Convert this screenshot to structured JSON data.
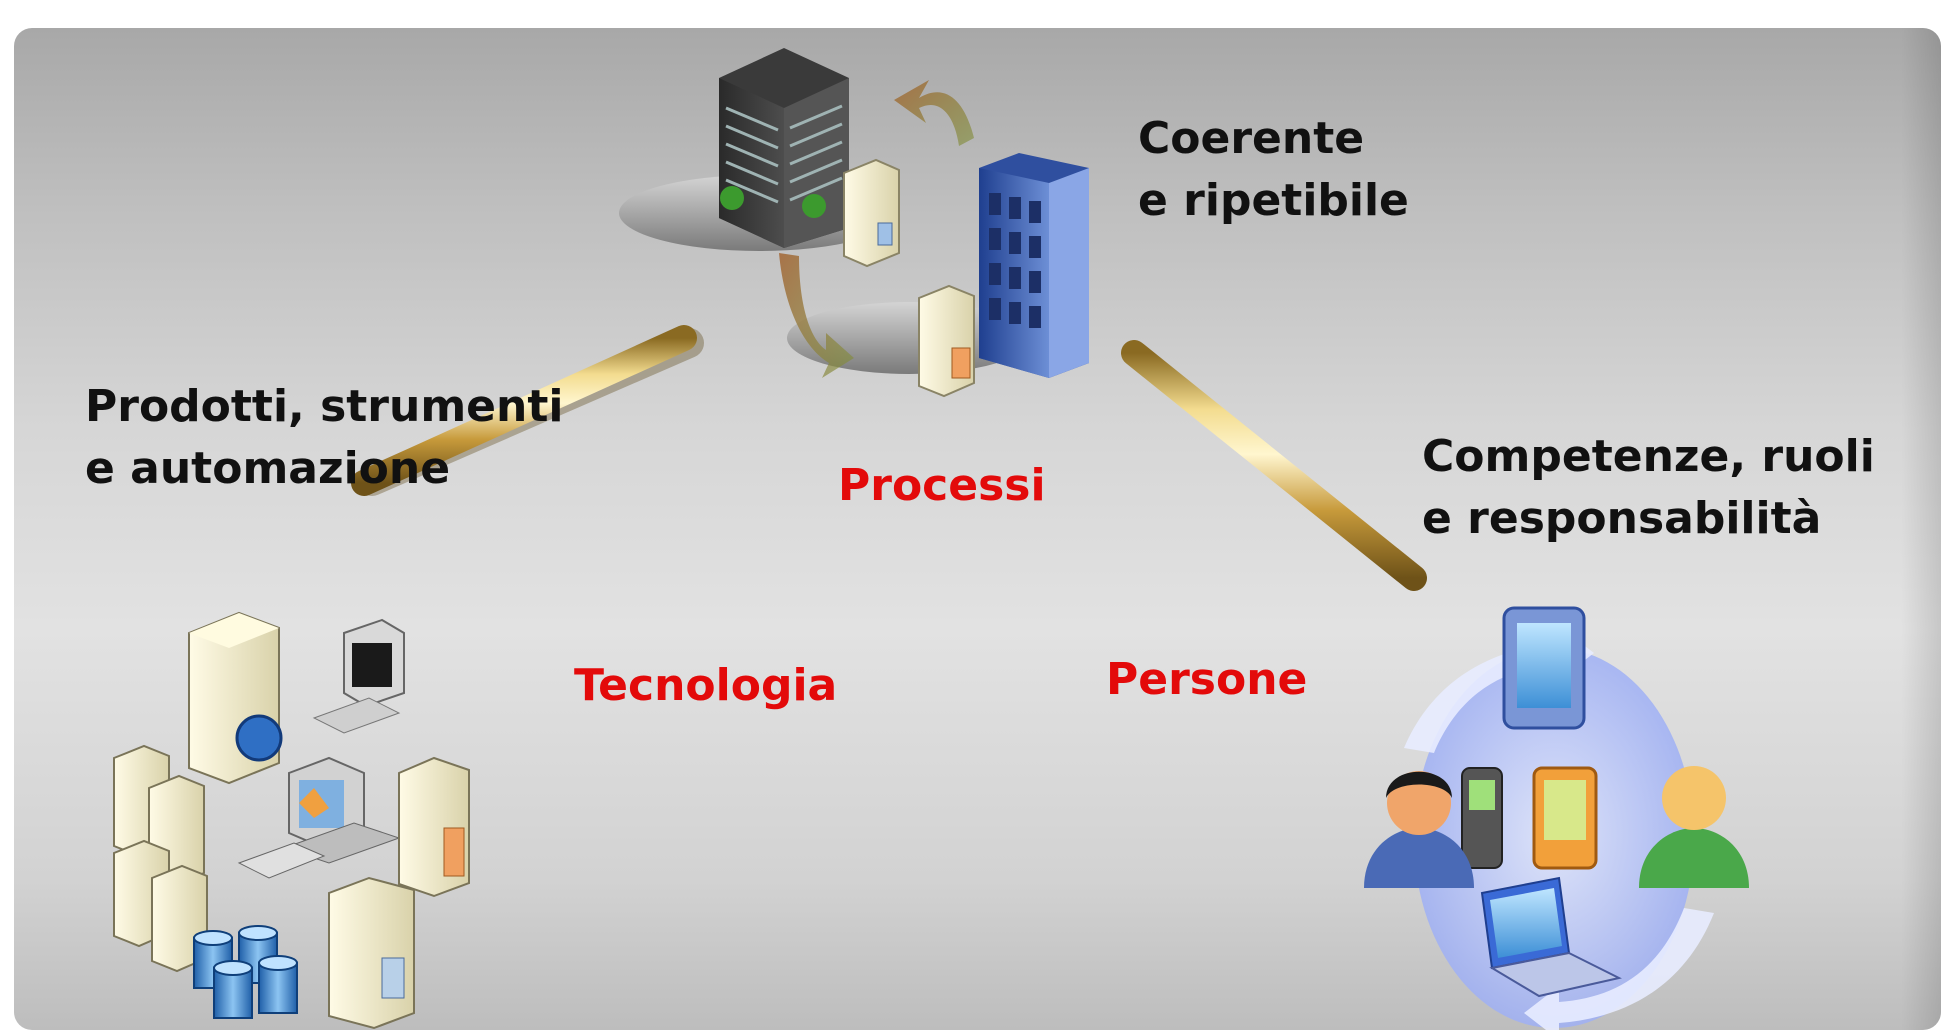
{
  "labels": {
    "top": {
      "line1": "Coerente",
      "line2": "e ripetibile"
    },
    "left": {
      "line1": "Prodotti, strumenti",
      "line2": "e automazione"
    },
    "right": {
      "line1": "Competenze, ruoli",
      "line2": "e responsabilità"
    }
  },
  "edges": {
    "processi": "Processi",
    "tecnologia": "Tecnologia",
    "persone": "Persone"
  },
  "colors": {
    "edge_label": "#e30a0a",
    "text": "#111111",
    "rod": "#d9b35a"
  },
  "icons": {
    "top": [
      "office-building-icon",
      "blue-building-icon",
      "server-icon",
      "cycle-arrows-icon"
    ],
    "left": [
      "server-rack-icon",
      "workstation-icon",
      "computer-icon",
      "database-icon",
      "globe-icon"
    ],
    "right": [
      "person-icon",
      "pda-icon",
      "mobile-phone-icon",
      "laptop-icon",
      "cycle-arrows-icon"
    ]
  }
}
